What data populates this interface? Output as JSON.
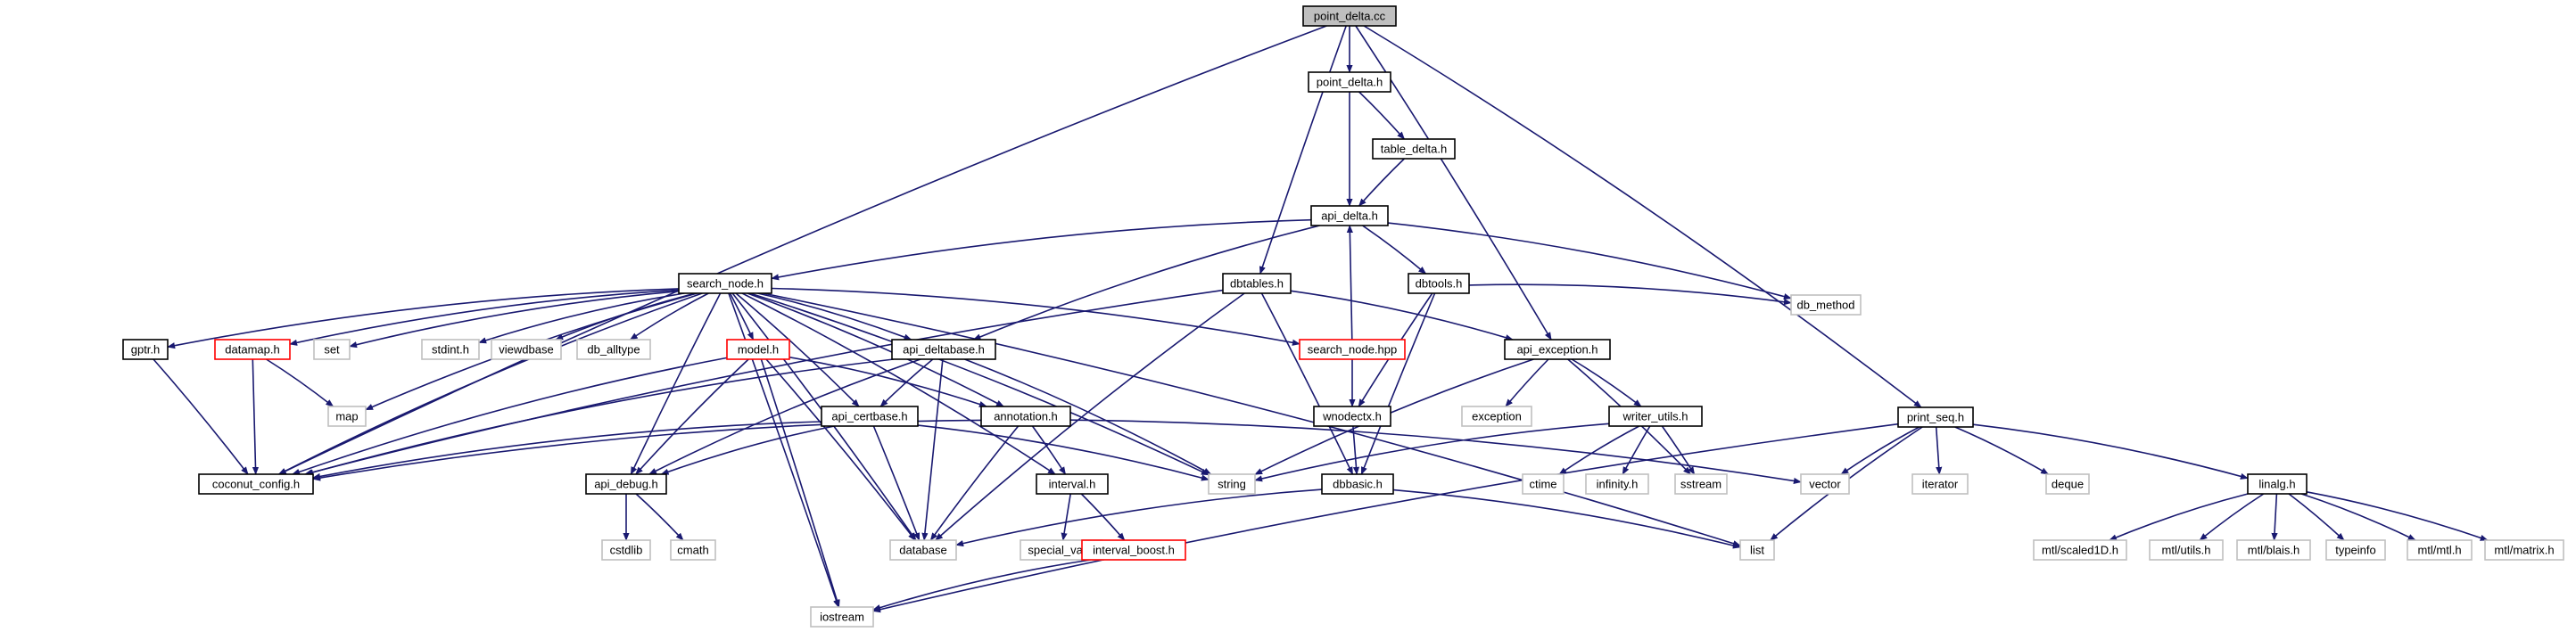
{
  "nodes": [
    {
      "id": "point_delta_cc",
      "label": "point_delta.cc",
      "kind": "root"
    },
    {
      "id": "point_delta_h",
      "label": "point_delta.h",
      "kind": "doc"
    },
    {
      "id": "table_delta_h",
      "label": "table_delta.h",
      "kind": "doc"
    },
    {
      "id": "api_delta_h",
      "label": "api_delta.h",
      "kind": "doc"
    },
    {
      "id": "search_node_h",
      "label": "search_node.h",
      "kind": "doc"
    },
    {
      "id": "dbtables_h",
      "label": "dbtables.h",
      "kind": "doc"
    },
    {
      "id": "dbtools_h",
      "label": "dbtools.h",
      "kind": "doc"
    },
    {
      "id": "db_method",
      "label": "db_method",
      "kind": "ext"
    },
    {
      "id": "print_seq_h",
      "label": "print_seq.h",
      "kind": "doc"
    },
    {
      "id": "gptr_h",
      "label": "gptr.h",
      "kind": "doc"
    },
    {
      "id": "datamap_h",
      "label": "datamap.h",
      "kind": "red"
    },
    {
      "id": "set",
      "label": "set",
      "kind": "ext"
    },
    {
      "id": "stdint_h",
      "label": "stdint.h",
      "kind": "ext"
    },
    {
      "id": "viewdbase",
      "label": "viewdbase",
      "kind": "ext"
    },
    {
      "id": "db_alltype",
      "label": "db_alltype",
      "kind": "ext"
    },
    {
      "id": "model_h",
      "label": "model.h",
      "kind": "red"
    },
    {
      "id": "api_deltabase_h",
      "label": "api_deltabase.h",
      "kind": "doc"
    },
    {
      "id": "search_node_hpp",
      "label": "search_node.hpp",
      "kind": "red"
    },
    {
      "id": "api_exception_h",
      "label": "api_exception.h",
      "kind": "doc"
    },
    {
      "id": "map",
      "label": "map",
      "kind": "ext"
    },
    {
      "id": "wnodectx_h",
      "label": "wnodectx.h",
      "kind": "doc"
    },
    {
      "id": "exception",
      "label": "exception",
      "kind": "ext"
    },
    {
      "id": "writer_utils_h",
      "label": "writer_utils.h",
      "kind": "doc"
    },
    {
      "id": "api_certbase_h",
      "label": "api_certbase.h",
      "kind": "doc"
    },
    {
      "id": "annotation_h",
      "label": "annotation.h",
      "kind": "doc"
    },
    {
      "id": "coconut_config_h",
      "label": "coconut_config.h",
      "kind": "doc"
    },
    {
      "id": "api_debug_h",
      "label": "api_debug.h",
      "kind": "doc"
    },
    {
      "id": "interval_h",
      "label": "interval.h",
      "kind": "doc"
    },
    {
      "id": "string",
      "label": "string",
      "kind": "ext"
    },
    {
      "id": "dbbasic_h",
      "label": "dbbasic.h",
      "kind": "doc"
    },
    {
      "id": "ctime",
      "label": "ctime",
      "kind": "ext"
    },
    {
      "id": "infinity_h",
      "label": "infinity.h",
      "kind": "ext"
    },
    {
      "id": "sstream",
      "label": "sstream",
      "kind": "ext"
    },
    {
      "id": "vector",
      "label": "vector",
      "kind": "ext"
    },
    {
      "id": "iterator",
      "label": "iterator",
      "kind": "ext"
    },
    {
      "id": "deque",
      "label": "deque",
      "kind": "ext"
    },
    {
      "id": "linalg_h",
      "label": "linalg.h",
      "kind": "doc"
    },
    {
      "id": "cstdlib",
      "label": "cstdlib",
      "kind": "ext"
    },
    {
      "id": "cmath",
      "label": "cmath",
      "kind": "ext"
    },
    {
      "id": "database",
      "label": "database",
      "kind": "ext"
    },
    {
      "id": "special_val_h",
      "label": "special_val.h",
      "kind": "ext"
    },
    {
      "id": "interval_boost_h",
      "label": "interval_boost.h",
      "kind": "red"
    },
    {
      "id": "list",
      "label": "list",
      "kind": "ext"
    },
    {
      "id": "iostream",
      "label": "iostream",
      "kind": "ext"
    },
    {
      "id": "mtl_scaled1D_h",
      "label": "mtl/scaled1D.h",
      "kind": "ext"
    },
    {
      "id": "mtl_utils_h",
      "label": "mtl/utils.h",
      "kind": "ext"
    },
    {
      "id": "mtl_blais_h",
      "label": "mtl/blais.h",
      "kind": "ext"
    },
    {
      "id": "typeinfo",
      "label": "typeinfo",
      "kind": "ext"
    },
    {
      "id": "mtl_mtl_h",
      "label": "mtl/mtl.h",
      "kind": "ext"
    },
    {
      "id": "mtl_matrix_h",
      "label": "mtl/matrix.h",
      "kind": "ext"
    }
  ],
  "edges": [
    [
      "point_delta_cc",
      "point_delta_h"
    ],
    [
      "point_delta_cc",
      "coconut_config_h"
    ],
    [
      "point_delta_cc",
      "dbtables_h"
    ],
    [
      "point_delta_cc",
      "api_exception_h"
    ],
    [
      "point_delta_cc",
      "print_seq_h"
    ],
    [
      "point_delta_h",
      "api_delta_h"
    ],
    [
      "point_delta_h",
      "table_delta_h"
    ],
    [
      "table_delta_h",
      "api_delta_h"
    ],
    [
      "api_delta_h",
      "search_node_h"
    ],
    [
      "api_delta_h",
      "api_deltabase_h"
    ],
    [
      "api_delta_h",
      "dbtools_h"
    ],
    [
      "api_delta_h",
      "db_method"
    ],
    [
      "search_node_h",
      "gptr_h"
    ],
    [
      "search_node_h",
      "datamap_h"
    ],
    [
      "search_node_h",
      "set"
    ],
    [
      "search_node_h",
      "stdint_h"
    ],
    [
      "search_node_h",
      "viewdbase"
    ],
    [
      "search_node_h",
      "db_alltype"
    ],
    [
      "search_node_h",
      "model_h"
    ],
    [
      "search_node_h",
      "api_deltabase_h"
    ],
    [
      "search_node_h",
      "search_node_hpp"
    ],
    [
      "search_node_h",
      "coconut_config_h"
    ],
    [
      "search_node_h",
      "map"
    ],
    [
      "search_node_h",
      "api_certbase_h"
    ],
    [
      "search_node_h",
      "annotation_h"
    ],
    [
      "search_node_h",
      "api_debug_h"
    ],
    [
      "search_node_h",
      "interval_h"
    ],
    [
      "search_node_h",
      "string"
    ],
    [
      "search_node_h",
      "database"
    ],
    [
      "search_node_h",
      "list"
    ],
    [
      "search_node_h",
      "iostream"
    ],
    [
      "search_node_hpp",
      "api_delta_h"
    ],
    [
      "search_node_hpp",
      "wnodectx_h"
    ],
    [
      "dbtables_h",
      "api_exception_h"
    ],
    [
      "dbtables_h",
      "dbbasic_h"
    ],
    [
      "dbtables_h",
      "database"
    ],
    [
      "dbtables_h",
      "coconut_config_h"
    ],
    [
      "dbtools_h",
      "db_method"
    ],
    [
      "dbtools_h",
      "wnodectx_h"
    ],
    [
      "dbtools_h",
      "dbbasic_h"
    ],
    [
      "wnodectx_h",
      "dbbasic_h"
    ],
    [
      "api_exception_h",
      "exception"
    ],
    [
      "api_exception_h",
      "writer_utils_h"
    ],
    [
      "api_exception_h",
      "string"
    ],
    [
      "api_exception_h",
      "sstream"
    ],
    [
      "writer_utils_h",
      "ctime"
    ],
    [
      "writer_utils_h",
      "infinity_h"
    ],
    [
      "writer_utils_h",
      "sstream"
    ],
    [
      "writer_utils_h",
      "string"
    ],
    [
      "gptr_h",
      "coconut_config_h"
    ],
    [
      "datamap_h",
      "map"
    ],
    [
      "datamap_h",
      "coconut_config_h"
    ],
    [
      "model_h",
      "coconut_config_h"
    ],
    [
      "model_h",
      "api_debug_h"
    ],
    [
      "model_h",
      "annotation_h"
    ],
    [
      "model_h",
      "database"
    ],
    [
      "model_h",
      "iostream"
    ],
    [
      "api_deltabase_h",
      "api_certbase_h"
    ],
    [
      "api_deltabase_h",
      "coconut_config_h"
    ],
    [
      "api_deltabase_h",
      "api_debug_h"
    ],
    [
      "api_deltabase_h",
      "string"
    ],
    [
      "api_deltabase_h",
      "database"
    ],
    [
      "api_certbase_h",
      "coconut_config_h"
    ],
    [
      "api_certbase_h",
      "api_debug_h"
    ],
    [
      "api_certbase_h",
      "string"
    ],
    [
      "api_certbase_h",
      "database"
    ],
    [
      "annotation_h",
      "coconut_config_h"
    ],
    [
      "annotation_h",
      "interval_h"
    ],
    [
      "annotation_h",
      "database"
    ],
    [
      "annotation_h",
      "vector"
    ],
    [
      "api_debug_h",
      "cstdlib"
    ],
    [
      "api_debug_h",
      "cmath"
    ],
    [
      "interval_h",
      "special_val_h"
    ],
    [
      "interval_h",
      "interval_boost_h"
    ],
    [
      "interval_boost_h",
      "iostream"
    ],
    [
      "dbbasic_h",
      "database"
    ],
    [
      "dbbasic_h",
      "list"
    ],
    [
      "print_seq_h",
      "vector"
    ],
    [
      "print_seq_h",
      "iterator"
    ],
    [
      "print_seq_h",
      "deque"
    ],
    [
      "print_seq_h",
      "linalg_h"
    ],
    [
      "print_seq_h",
      "list"
    ],
    [
      "print_seq_h",
      "iostream"
    ],
    [
      "linalg_h",
      "mtl_scaled1D_h"
    ],
    [
      "linalg_h",
      "mtl_utils_h"
    ],
    [
      "linalg_h",
      "mtl_blais_h"
    ],
    [
      "linalg_h",
      "typeinfo"
    ],
    [
      "linalg_h",
      "mtl_mtl_h"
    ],
    [
      "linalg_h",
      "mtl_matrix_h"
    ]
  ]
}
